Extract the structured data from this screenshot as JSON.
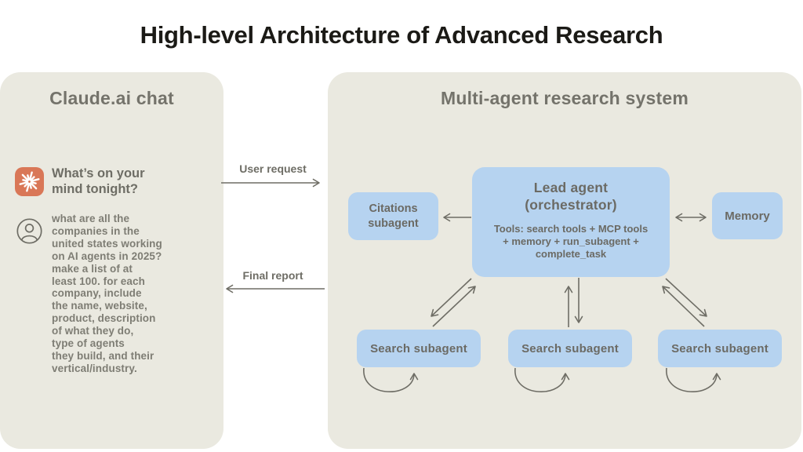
{
  "page": {
    "title": "High-level Architecture of Advanced Research"
  },
  "chat_panel": {
    "title": "Claude.ai chat",
    "assistant_prompt": "What’s on your\nmind tonight?",
    "user_query": "what are all the\ncompanies in the\nunited states working\non AI agents in 2025?\nmake a list of at\nleast 100. for each\ncompany, include\nthe name, website,\nproduct, description\nof what they do,\ntype of agents\nthey build, and their\nvertical/industry.",
    "icons": {
      "assistant": "claude-spark-icon",
      "user": "user-avatar-icon"
    }
  },
  "flow_arrows": {
    "user_request": "User request",
    "final_report": "Final report"
  },
  "system_panel": {
    "title": "Multi-agent research system",
    "lead_agent": {
      "title": "Lead agent",
      "subtitle": "(orchestrator)",
      "tools": "Tools: search tools + MCP tools\n+ memory + run_subagent +\ncomplete_task"
    },
    "citations_subagent": "Citations subagent",
    "memory": "Memory",
    "search_subagents": [
      "Search subagent",
      "Search subagent",
      "Search subagent"
    ]
  },
  "colors": {
    "panel_background": "#eae9e0",
    "node_blue": "#b6d3f0",
    "text_gray": "#6e6d65",
    "query_gray": "#7e7d74",
    "arrow_gray": "#6e6d65",
    "claude_orange": "#d97757",
    "title_black": "#1b1a16"
  }
}
